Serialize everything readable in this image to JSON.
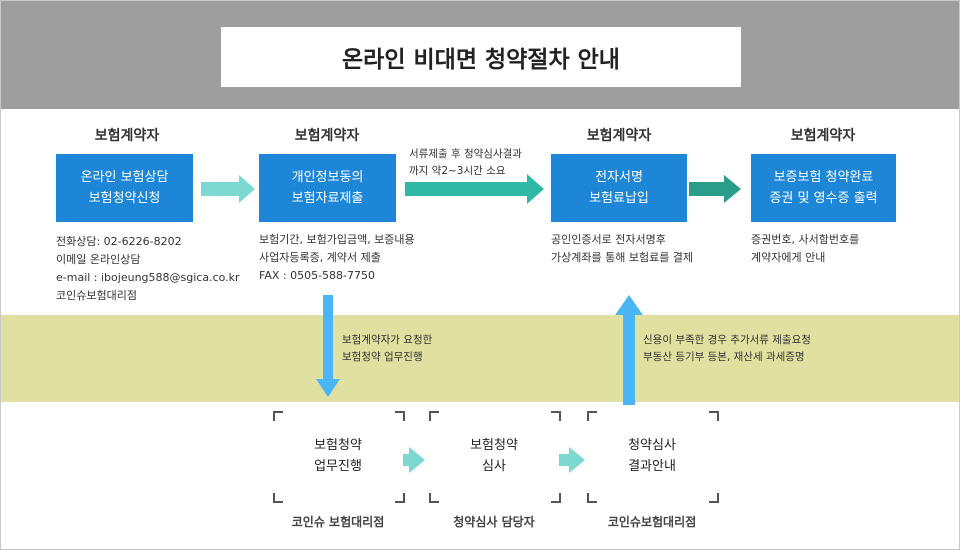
{
  "title": "온라인 비대면 청약절차 안내",
  "steps": [
    {
      "role": "보험계약자",
      "line1": "온라인 보험상담",
      "line2": "보험청약신청",
      "info": [
        "전화상담: 02-6226-8202",
        "이메일 온라인상담",
        "e-mail : ibojeung588@sgica.co.kr",
        "코인슈보험대리점"
      ]
    },
    {
      "role": "보험계약자",
      "line1": "개인정보동의",
      "line2": "보험자료제출",
      "info": [
        "보험기간, 보험가입금액, 보증내용",
        "사업자등록증, 계약서 제출",
        "FAX : 0505-588-7750"
      ]
    },
    {
      "role": "보험계약자",
      "line1": "전자서명",
      "line2": "보험료납입",
      "info": [
        "공인인증서로 전자서명후",
        "가상계좌를 통해 보험료를 결제"
      ]
    },
    {
      "role": "보험계약자",
      "line1": "보증보험 청약완료",
      "line2": "증권 및 영수증 출력",
      "info": [
        "증권번호, 사서함번호를",
        "계약자에게 안내"
      ]
    }
  ],
  "notes": {
    "submit": [
      "서류제출 후 청약심사결과",
      "까지 약2~3시간 소요"
    ],
    "down": [
      "보험계약자가 요청한",
      "보험청약 업무진행"
    ],
    "up": [
      "신용이 부족한 경우  추가서류 제출요청",
      "부동산 등기부 등본, 재산세 과세증명"
    ]
  },
  "sub_steps": [
    {
      "line1": "보험청약",
      "line2": "업무진행",
      "caption": "코인슈 보험대리점"
    },
    {
      "line1": "보험청약",
      "line2": "심사",
      "caption": "청약심사 담당자"
    },
    {
      "line1": "청약심사",
      "line2": "결과안내",
      "caption": "코인슈보험대리점"
    }
  ],
  "colors": {
    "primary": "#1e86d6",
    "arrow_light": "#7dd8d2",
    "arrow_teal": "#2fb8a6",
    "arrow_dark": "#2a9d8a",
    "arrow_blue": "#4ab6f5",
    "band_gray": "#9e9e9e",
    "band_yellow": "#e0e0a0"
  }
}
